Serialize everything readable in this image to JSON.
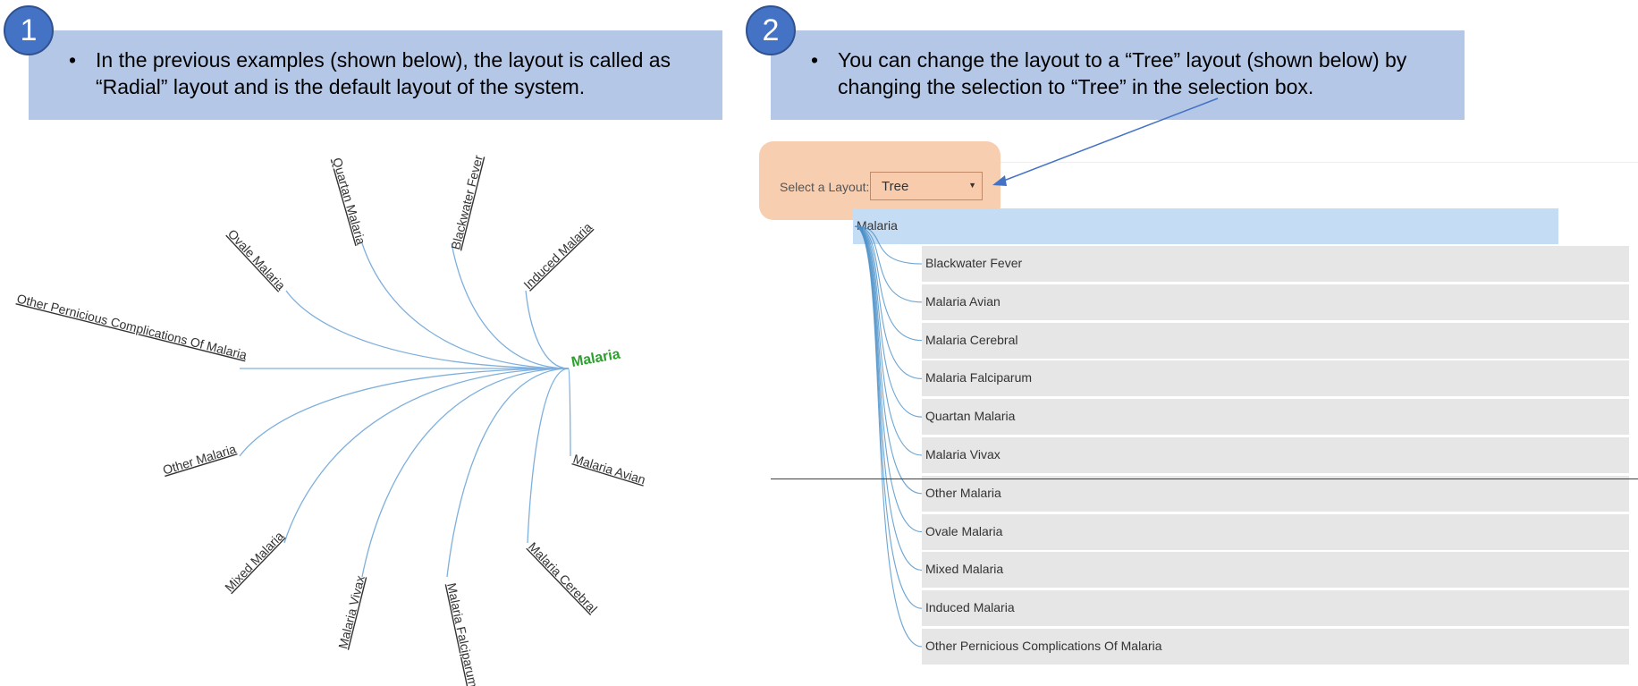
{
  "step1": {
    "number": "1",
    "bullet": "•",
    "text": "In the previous examples (shown below), the layout is called as “Radial” layout and is the default layout of the system."
  },
  "step2": {
    "number": "2",
    "bullet": "•",
    "text": "You can change the layout to a “Tree” layout (shown below) by changing the selection to “Tree” in the selection box."
  },
  "radial": {
    "root": "Malaria",
    "nodes": [
      "Quartan Malaria",
      "Blackwater Fever",
      "Ovale Malaria",
      "Induced Malaria",
      "Other Pernicious Complications Of Malaria",
      "Other Malaria",
      "Malaria Avian",
      "Mixed Malaria",
      "Malaria Vivax",
      "Malaria Falciparum",
      "Malaria Cerebral"
    ],
    "colors": {
      "root": "#2ca02c",
      "link": "#7fb0dd"
    }
  },
  "tree": {
    "select_label": "Select a Layout:",
    "select_value": "Tree",
    "root": "Malaria",
    "children": [
      "Blackwater Fever",
      "Malaria Avian",
      "Malaria Cerebral",
      "Malaria Falciparum",
      "Quartan Malaria",
      "Malaria Vivax",
      "Other Malaria",
      "Ovale Malaria",
      "Mixed Malaria",
      "Induced Malaria",
      "Other Pernicious Complications Of Malaria"
    ],
    "colors": {
      "root_bar": "#c5dcf5",
      "row": "#e6e6e6",
      "link": "#4a90c8",
      "highlight": "#f8cbad"
    }
  },
  "colors": {
    "banner": "#b4c7e7",
    "badge": "#4472c4",
    "arrow": "#4472c4"
  }
}
